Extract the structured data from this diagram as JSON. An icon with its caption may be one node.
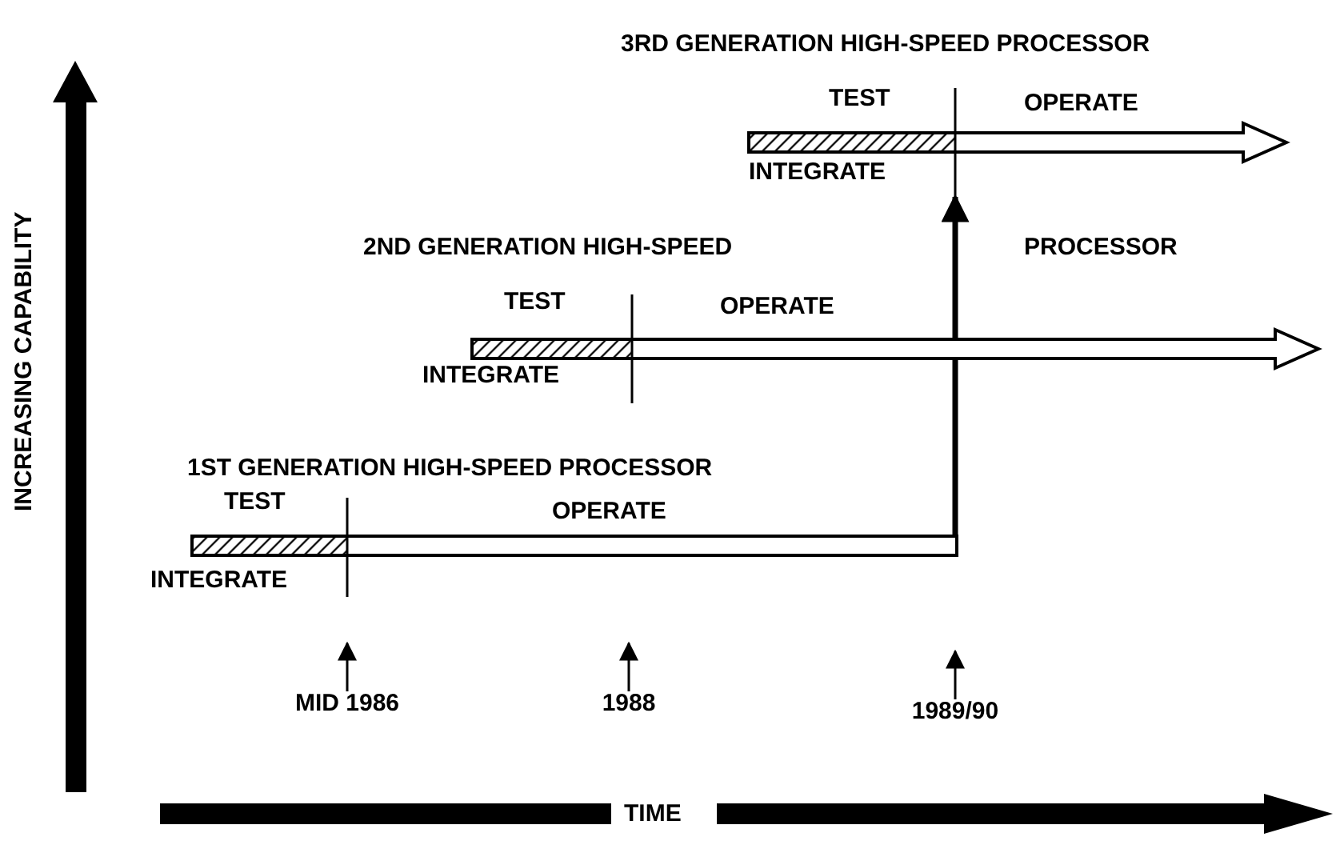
{
  "diagram": {
    "nodes": [
      {
        "text": [
          "1ST GENERATION HIGH-SPEED PROCESSOR",
          "TEST",
          "OPERATE",
          "INTEGRATE"
        ]
      },
      {
        "text": [
          "2ND GENERATION HIGH-SPEED",
          "PROCESSOR",
          "TEST",
          "OPERATE",
          "INTEGRATE"
        ]
      },
      {
        "text": [
          "3RD GENERATION HIGH-SPEED PROCESSOR",
          "TEST",
          "OPERATE",
          "INTEGRATE"
        ]
      },
      {
        "text": [
          "MID 1986"
        ]
      },
      {
        "text": [
          "1988"
        ]
      },
      {
        "text": [
          "1989/90"
        ]
      }
    ],
    "edges": [
      {
        "from": 0,
        "to": 1,
        "arrow": "none",
        "style": "thick"
      },
      {
        "from": 1,
        "to": 2,
        "arrow": "to",
        "style": "thick"
      },
      {
        "from": 3,
        "to": null,
        "arrow": "to"
      },
      {
        "from": 4,
        "to": null,
        "arrow": "to"
      },
      {
        "from": 5,
        "to": null,
        "arrow": "to"
      }
    ],
    "labels": [
      "INCREASING CAPABILITY",
      "TIME"
    ]
  }
}
